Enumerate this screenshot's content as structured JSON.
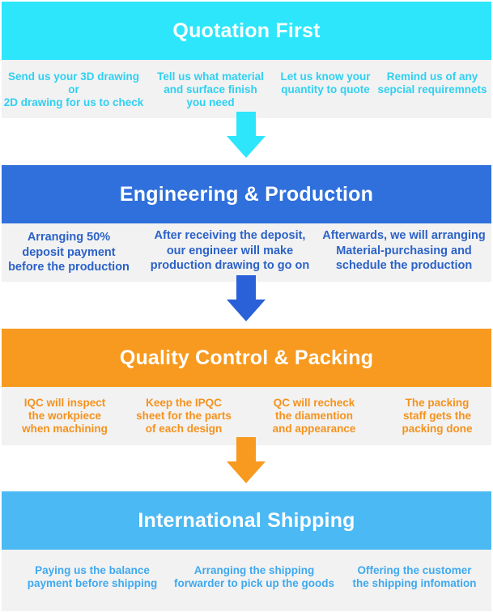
{
  "stages": [
    {
      "title": "Quotation First",
      "color": "#2ee6fb",
      "text_color": "#2ed0f2",
      "items": [
        "Send us your 3D drawing or\n2D drawing for us to check",
        "Tell us what material\nand surface finish\nyou need",
        "Let us know your\nquantity to quote",
        "Remind us of any\nsepcial requiremnets"
      ]
    },
    {
      "title": "Engineering & Production",
      "color": "#3070dc",
      "text_color": "#2c62c8",
      "items": [
        "Arranging 50%\ndeposit payment\nbefore the production",
        "After receiving the deposit,\nour engineer will make\nproduction drawing to go on",
        "Afterwards, we will arranging\nMaterial-purchasing and\nschedule the production"
      ]
    },
    {
      "title": "Quality Control & Packing",
      "color": "#f79a1f",
      "text_color": "#f5921e",
      "items": [
        "IQC will inspect\nthe workpiece\nwhen machining",
        "Keep the IPQC\nsheet for the parts\nof each design",
        "QC will recheck\nthe diamention\nand appearance",
        "The packing\nstaff gets the\npacking done"
      ]
    },
    {
      "title": "International Shipping",
      "color": "#4bb9f4",
      "text_color": "#3fa9ef",
      "items": [
        "Paying us the balance\npayment before shipping",
        "Arranging the shipping\nforwarder to pick up the goods",
        "Offering the customer\nthe shipping infomation"
      ]
    }
  ],
  "arrows": [
    {
      "from": "Quotation First",
      "to": "Engineering & Production",
      "color": "#2ee6fb",
      "icon": "arrow-down-icon"
    },
    {
      "from": "Engineering & Production",
      "to": "Quality Control & Packing",
      "color": "#2a60d8",
      "icon": "arrow-down-icon"
    },
    {
      "from": "Quality Control & Packing",
      "to": "International Shipping",
      "color": "#f79a1f",
      "icon": "arrow-down-icon"
    }
  ]
}
